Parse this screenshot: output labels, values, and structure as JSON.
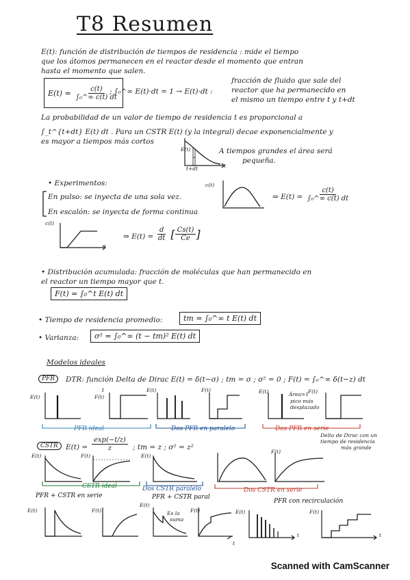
{
  "title": "T8 Resumen",
  "intro": {
    "line1": "E(t): función de distribución de tiempos de residencia : mide el tiempo",
    "line2": "que los átomos permanecen en el reactor desde el momento que entran",
    "line3": "hasta el momento que salen."
  },
  "formula_e": {
    "lhs": "E(t) =",
    "num": "c(t)",
    "den": "∫₀^∞ c(t) dt",
    "integral": "; ∫₀^∞ E(t)·dt = 1  →  E(t)·dt :",
    "note1": "fracción de fluido que sale del",
    "note2": "reactor que ha permanecido en",
    "note3": "el mismo un tiempo entre t y t+dt"
  },
  "prob": {
    "line1": "La probabilidad de un valor de tiempo de residencia t es proporcional a",
    "line2": "∫_t^{t+dt} E(t) dt . Para un CSTR E(t) (y la integral) decae exponencialmente y",
    "line3": "es mayor a tiempos más cortos",
    "note1": "A tiempos grandes el área será",
    "note2": "pequeña."
  },
  "experimentos": {
    "heading": "• Experimentos:",
    "pulso": "En pulso: se inyecta de una sola vez.",
    "pulso_eq": "⇒ E(t) =",
    "pulso_num": "c(t)",
    "pulso_den": "∫₀^∞ c(t) dt",
    "escalon": "En escalón: se inyecta de forma continua",
    "escalon_eq": "⇒ E(t) =",
    "escalon_d": "d",
    "escalon_dt": "dt",
    "escalon_num": "Cs(t)",
    "escalon_den": "Ce"
  },
  "acumulada": {
    "line1": "• Distribución acumulada: fracción de moléculas que han permanecido en",
    "line2": "el reactor un tiempo mayor que t.",
    "formula": "F(t) = ∫₀^t E(t) dt"
  },
  "promedio": {
    "label": "• Tiempo de residencia promedio:",
    "formula": "tm = ∫₀^∞ t E(t) dt"
  },
  "varianza": {
    "label": "• Varianza:",
    "formula": "σ² = ∫₀^∞ (t − tm)² E(t) dt"
  },
  "modelos": {
    "heading": "Modelos ideales",
    "pfr_tag": "PFR",
    "pfr_text": "DTR: función Delta de Dirac  E(t) = δ(t−σ) ;  tm = σ ;  σ² = 0 ;  F(t) = ∫₀^∞ δ(t−z) dt",
    "cstr_tag": "CSTR",
    "cstr_eq": "E(t) =",
    "cstr_num": "exp(−t/z)",
    "cstr_den": "z",
    "cstr_rest": "; tm = z ;  σ² = z²"
  },
  "graphs": {
    "Et": "E(t)",
    "Ft": "F(t)",
    "ct": "c(t)",
    "t": "t",
    "tdt": "t+dt",
    "one": "1",
    "pfr_ideal": "PFR ideal",
    "dos_pfr_paralelo": "Dos PFR en paralelo",
    "dos_pfr_serie": "Dos PFR en serie",
    "area1": "Área=1",
    "pico_desplazado_1": "pico más",
    "pico_desplazado_2": "desplazado",
    "delta_note1": "Delta de Dirac con un",
    "delta_note2": "tiempo de residencia",
    "delta_note3": "más grande",
    "cstr_ideal": "CSTR ideal",
    "dos_cstr_paralelo": "Dos CSTR paralelo",
    "dos_cstr_serie": "Dos CSTR en serie",
    "pfr_cstr_serie": "PFR + CSTR en serie",
    "pfr_cstr_paral": "PFR + CSTR paral",
    "es_la_suma_1": "Es la",
    "es_la_suma_2": "suma",
    "pfr_recirculacion": "PFR con recirculación"
  },
  "footer": "Scanned with CamScanner"
}
